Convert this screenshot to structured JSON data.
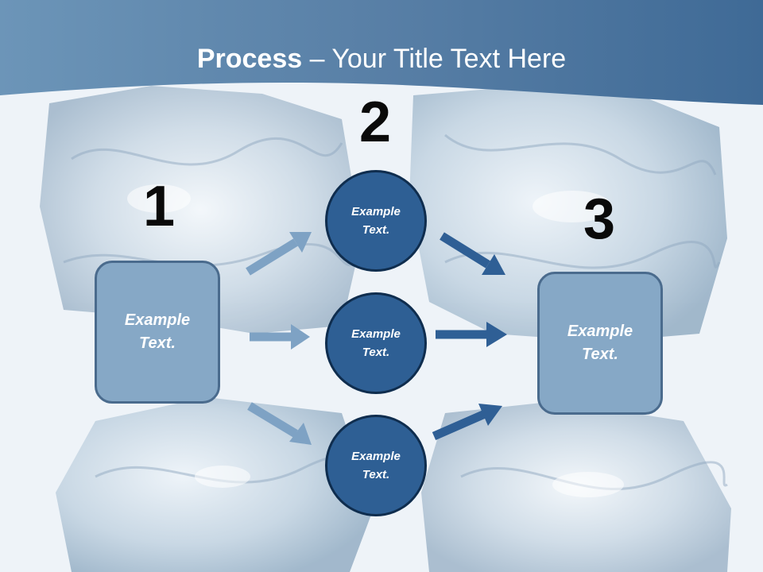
{
  "title": {
    "bold": "Process",
    "rest": " – Your Title Text Here"
  },
  "steps": [
    "1",
    "2",
    "3"
  ],
  "left_box": {
    "label": "Example\nText."
  },
  "right_box": {
    "label": "Example\nText."
  },
  "circles": [
    {
      "label": "Example\nText."
    },
    {
      "label": "Example\nText."
    },
    {
      "label": "Example\nText."
    }
  ],
  "colors": {
    "header": "#5b86ad",
    "box_fill": "#86a8c6",
    "circle_fill": "#2e5f94",
    "arrow_light": "#7ea2c4",
    "arrow_dark": "#2f5f95"
  }
}
